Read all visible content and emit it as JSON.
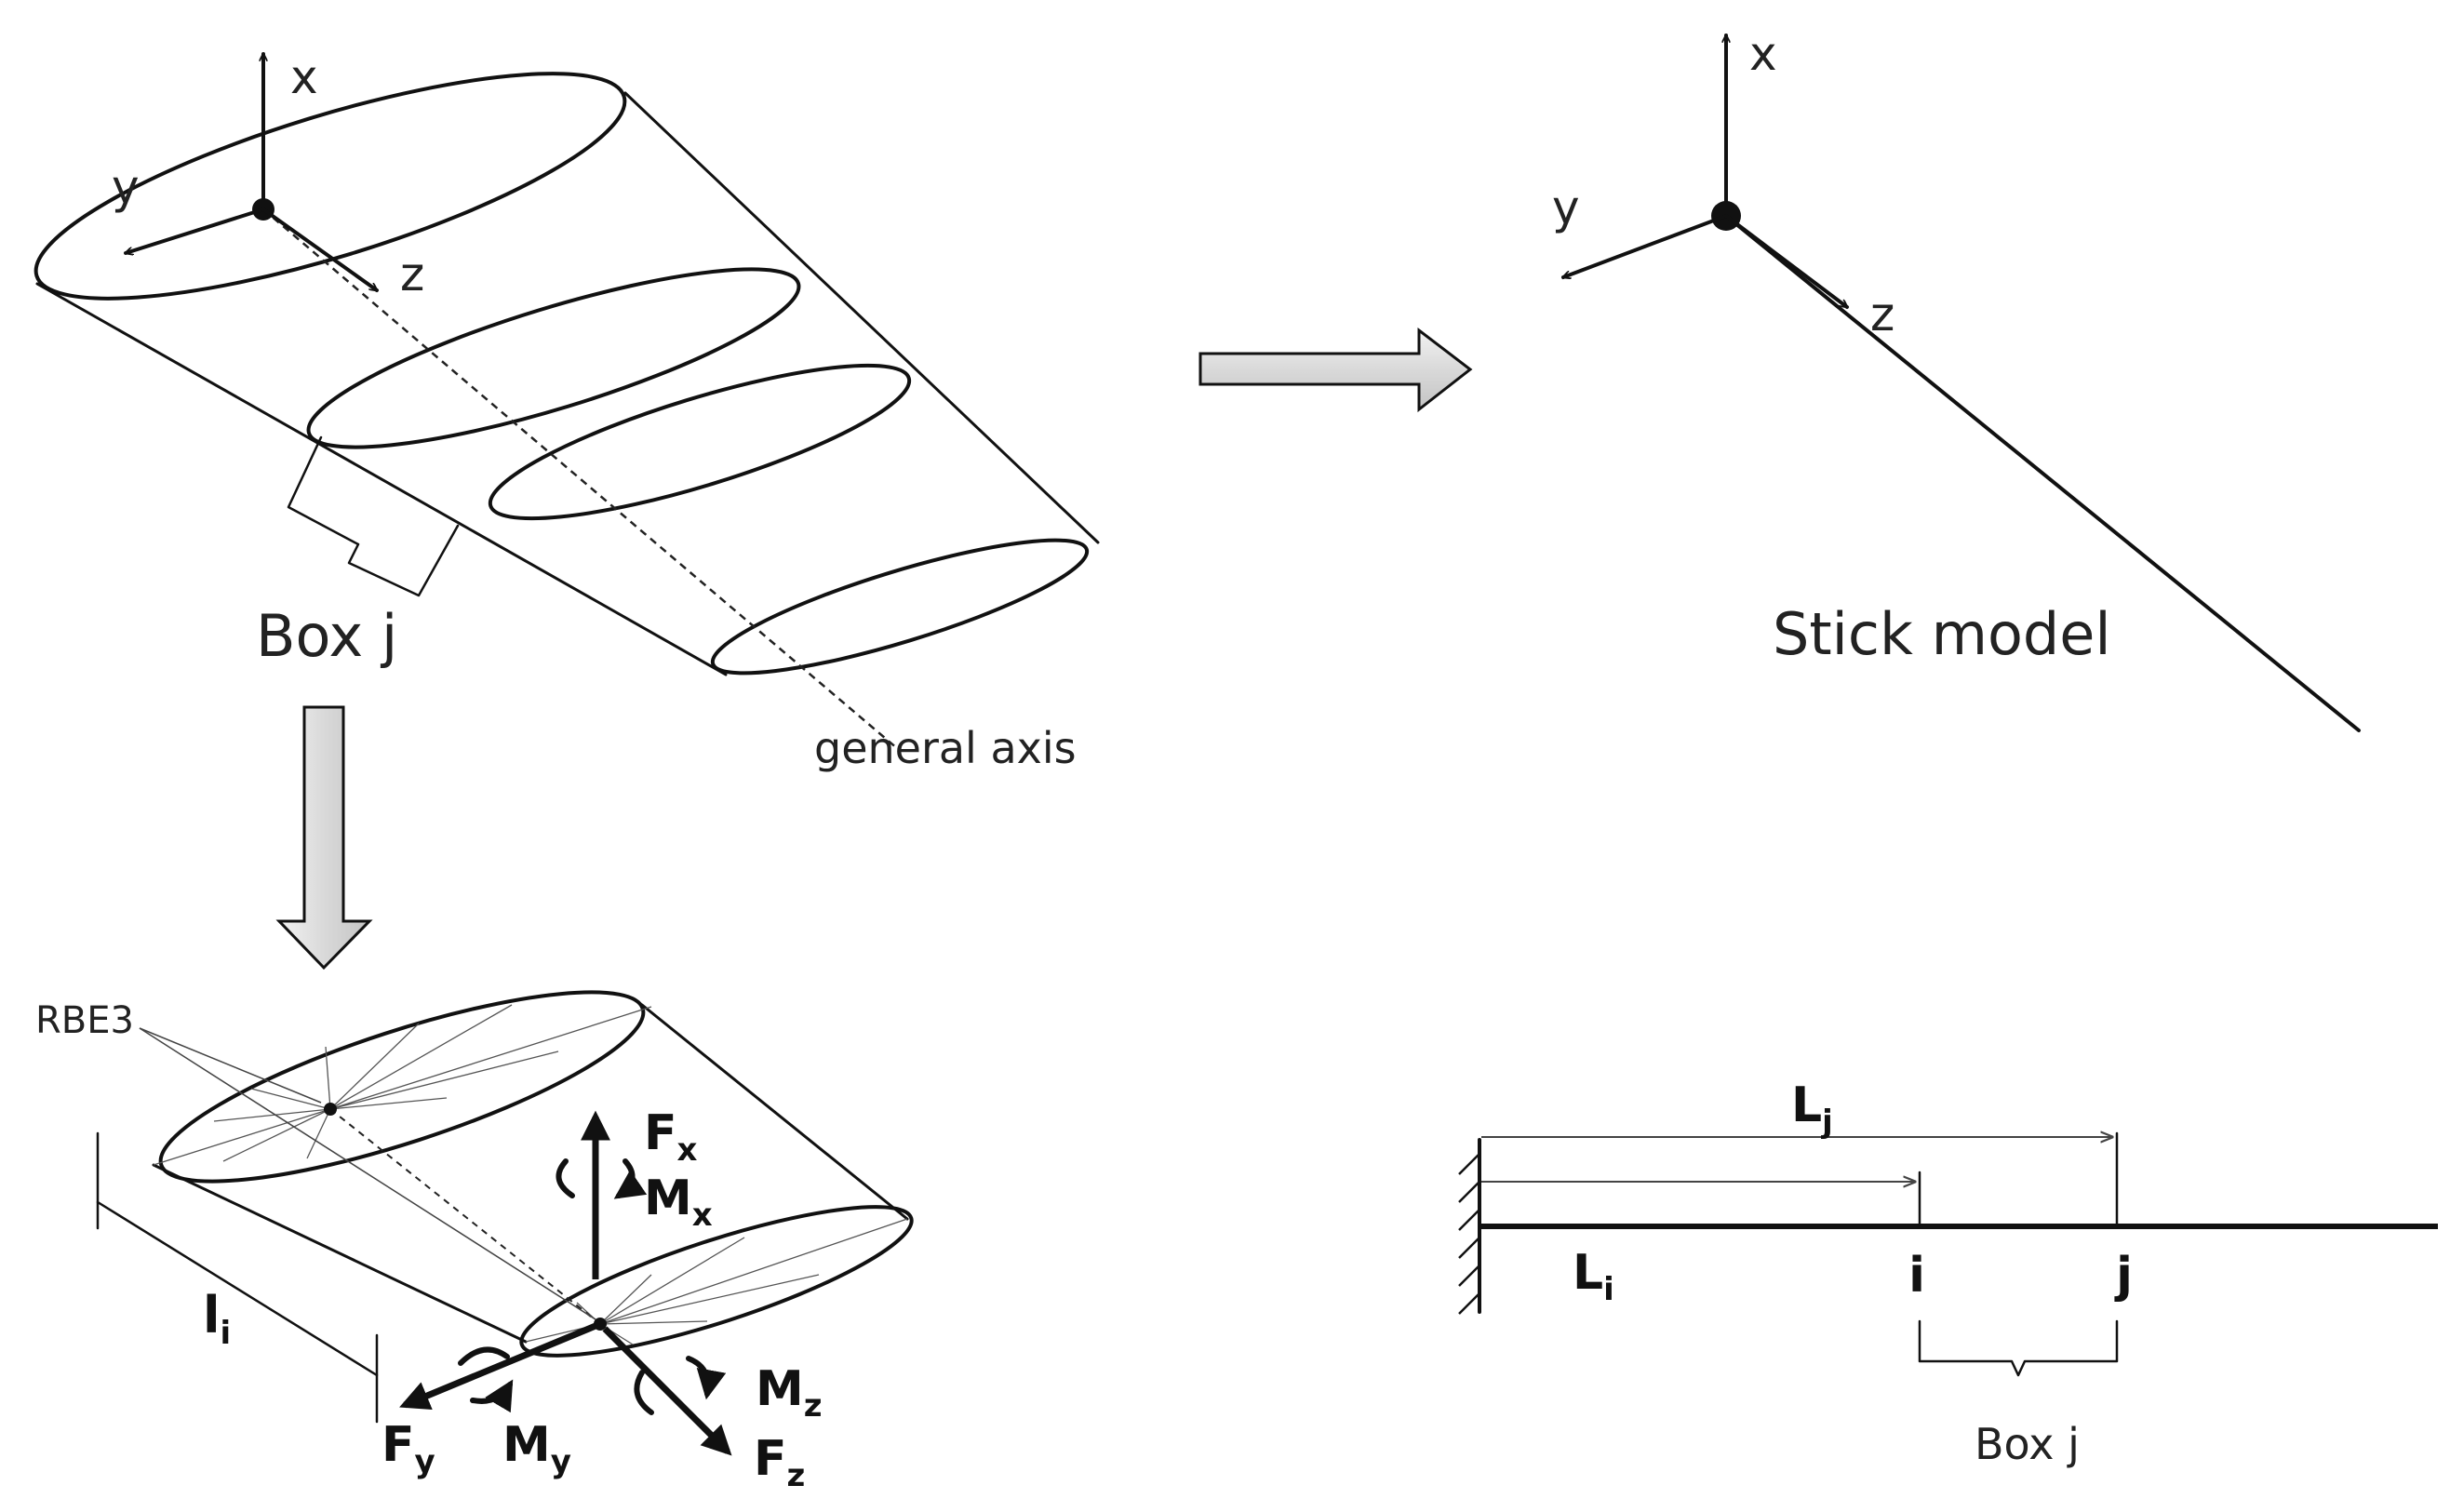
{
  "wing": {
    "axis_x": "x",
    "axis_y": "y",
    "axis_z": "z",
    "box_label": "Box j",
    "general_axis": "general axis"
  },
  "stick": {
    "axis_x": "x",
    "axis_y": "y",
    "axis_z": "z",
    "title": "Stick model"
  },
  "box_detail": {
    "rbe3": "RBE3",
    "Fx": "F",
    "Fx_sub": "x",
    "Mx": "M",
    "Mx_sub": "x",
    "Fy": "F",
    "Fy_sub": "y",
    "My": "M",
    "My_sub": "y",
    "Mz": "M",
    "Mz_sub": "z",
    "Fz": "F",
    "Fz_sub": "z",
    "li": "l",
    "li_sub": "i"
  },
  "beam": {
    "Lj": "L",
    "Lj_sub": "j",
    "Li": "L",
    "Li_sub": "i",
    "node_i": "i",
    "node_j": "j",
    "box_label": "Box j"
  }
}
